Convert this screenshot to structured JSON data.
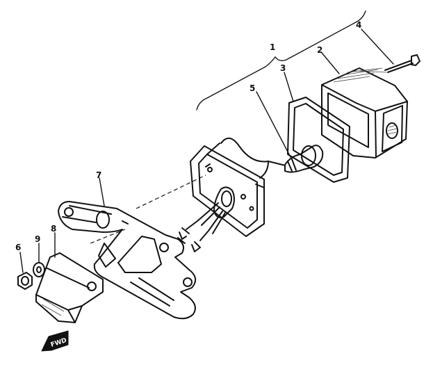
{
  "callouts": {
    "c1": "1",
    "c2": "2",
    "c3": "3",
    "c4": "4",
    "c5": "5",
    "c6": "6",
    "c7": "7",
    "c8": "8",
    "c9": "9"
  },
  "fwd_label": "FWD",
  "colors": {
    "line": "#111111",
    "background": "#ffffff"
  }
}
